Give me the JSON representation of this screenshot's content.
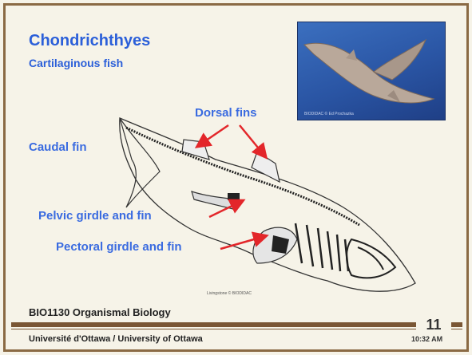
{
  "title": "Chondrichthyes",
  "subtitle": "Cartilaginous fish",
  "labels": {
    "dorsal": "Dorsal fins",
    "caudal": "Caudal fin",
    "pelvic": "Pelvic girdle and fin",
    "pectoral": "Pectoral girdle and fin"
  },
  "photo_credit": "BIODIDAC © Ed Prochazka",
  "drawing_credit": "Livingstone © BIODIDAC",
  "course": "BIO1130 Organismal Biology",
  "university": "Université d'Ottawa / University of Ottawa",
  "page_number": "11",
  "time": "10:32 AM",
  "colors": {
    "label": "#3a6be0",
    "arrow": "#e3262a",
    "border": "#8a6a44"
  }
}
